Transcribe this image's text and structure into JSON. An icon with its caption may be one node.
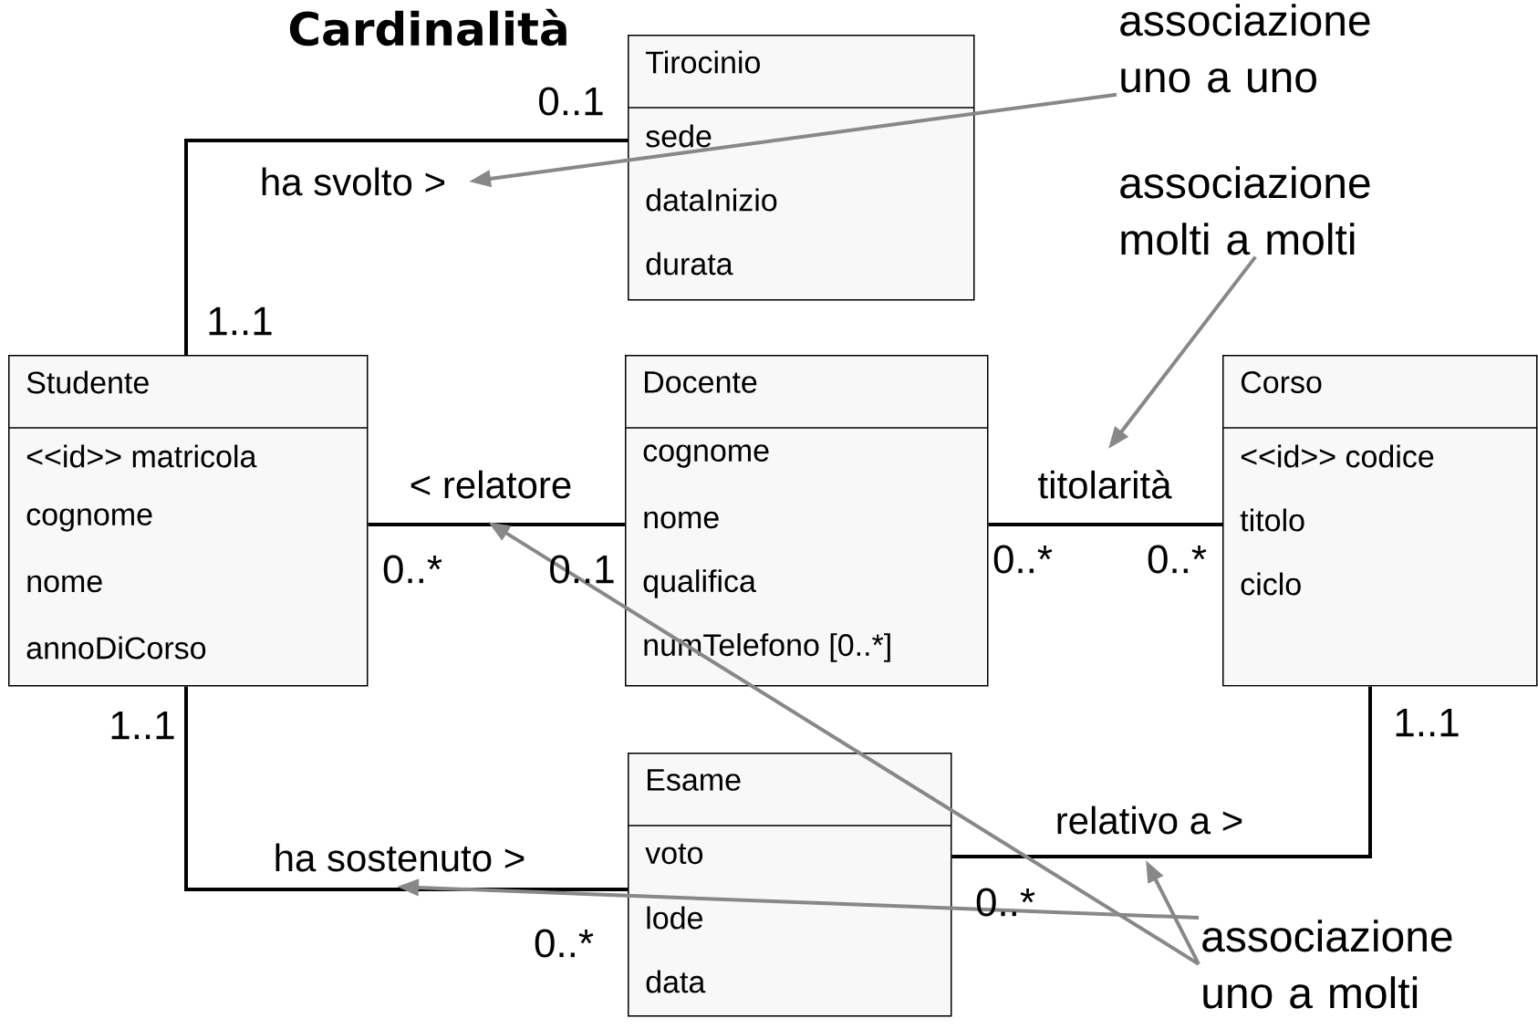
{
  "diagram": {
    "title": "Cardinalità",
    "nodes": [
      {
        "text": [
          "Studente",
          "<<id>> matricola",
          "cognome",
          "nome",
          "annoDiCorso"
        ]
      },
      {
        "text": [
          "Tirocinio",
          "sede",
          "dataInizio",
          "durata"
        ]
      },
      {
        "text": [
          "Docente",
          "cognome",
          "nome",
          "qualifica",
          "numTelefono [0..*]"
        ]
      },
      {
        "text": [
          "Corso",
          "<<id>> codice",
          "titolo",
          "ciclo"
        ]
      },
      {
        "text": [
          "Esame",
          "voto",
          "lode",
          "data"
        ]
      },
      {
        "text": [
          "associazione uno a uno"
        ]
      },
      {
        "text": [
          "associazione molti a molti"
        ]
      },
      {
        "text": [
          "associazione uno a molti"
        ]
      }
    ],
    "edges": [
      {
        "from": 0,
        "to": 1,
        "arrow": "none",
        "label": "ha svolto >"
      },
      {
        "from": 0,
        "to": 2,
        "arrow": "none",
        "label": "< relatore"
      },
      {
        "from": 2,
        "to": 3,
        "arrow": "none",
        "label": "titolarità"
      },
      {
        "from": 0,
        "to": 4,
        "arrow": "none",
        "label": "ha sostenuto >"
      },
      {
        "from": 4,
        "to": 3,
        "arrow": "none",
        "label": "relativo a >"
      },
      {
        "from": 5,
        "to": null,
        "arrow": "to",
        "color": "#888888"
      },
      {
        "from": 6,
        "to": null,
        "arrow": "to",
        "color": "#888888"
      },
      {
        "from": 7,
        "to": null,
        "arrow": "to",
        "color": "#888888"
      },
      {
        "from": 7,
        "to": null,
        "arrow": "to",
        "color": "#888888"
      },
      {
        "from": 7,
        "to": null,
        "arrow": "to",
        "color": "#888888"
      }
    ],
    "labels": [
      "0..1",
      "1..1",
      "0..*",
      "0..1",
      "0..*",
      "0..*",
      "1..1",
      "1..1",
      "0..*",
      "0..*"
    ]
  }
}
